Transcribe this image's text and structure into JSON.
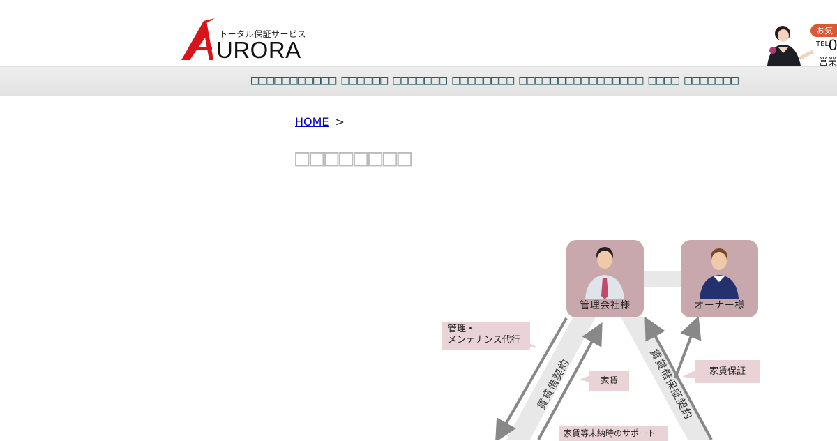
{
  "header": {
    "logo": {
      "tagline": "トータル保証サービス",
      "wordmark": "URORA",
      "initial": "A"
    },
    "contact": {
      "badge": "お気",
      "tel_label": "TEL",
      "tel_number": "0",
      "hours_label": "営業"
    }
  },
  "nav": {
    "items": [
      "□□□□□□□□□□□",
      "□□□□□□",
      "□□□□□□□",
      "□□□□□□□□",
      "□□□□□□□□□□□□□□□□",
      "□□□□",
      "□□□□□□□"
    ]
  },
  "breadcrumb": {
    "home": "HOME",
    "separator": ">"
  },
  "page": {
    "title": "□□□□□□□□"
  },
  "diagram": {
    "management_company": "管理会社様",
    "owner": "オーナー様",
    "callout_management_line1": "管理・",
    "callout_management_line2": "メンテナンス代行",
    "callout_rent": "家賃",
    "callout_rent_guarantee": "家賃保証",
    "callout_support": "家賃等未納時のサポート",
    "lease_contract": "賃貸借契約",
    "lease_guarantee_contract": "賃貸借保証契約"
  },
  "colors": {
    "brand_red": "#d7141a",
    "nav_text": "#2c5a62",
    "node_fill": "#c8a8ad",
    "callout_fill": "#ead3d6",
    "arrow": "#888888",
    "band": "#e8e8e8"
  }
}
